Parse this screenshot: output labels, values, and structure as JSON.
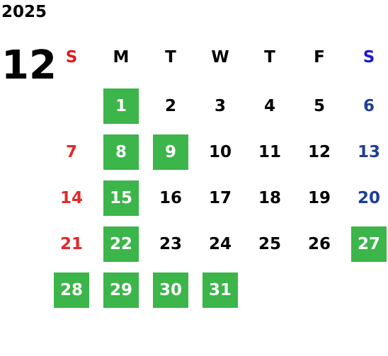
{
  "year": "2025",
  "month": "12",
  "colors": {
    "highlight": "#3cb54a",
    "sunday_header": "#e01b1b",
    "saturday_header": "#1a1ad0",
    "sunday_date": "#e02a2a",
    "saturday_date": "#1e3f94",
    "weekday": "#000000"
  },
  "weekdays": [
    "S",
    "M",
    "T",
    "W",
    "T",
    "F",
    "S"
  ],
  "weeks": [
    [
      null,
      1,
      2,
      3,
      4,
      5,
      6
    ],
    [
      7,
      8,
      9,
      10,
      11,
      12,
      13
    ],
    [
      14,
      15,
      16,
      17,
      18,
      19,
      20
    ],
    [
      21,
      22,
      23,
      24,
      25,
      26,
      27
    ],
    [
      28,
      29,
      30,
      31,
      null,
      null,
      null
    ]
  ],
  "highlighted_days": [
    1,
    8,
    9,
    15,
    22,
    27,
    28,
    29,
    30,
    31
  ]
}
